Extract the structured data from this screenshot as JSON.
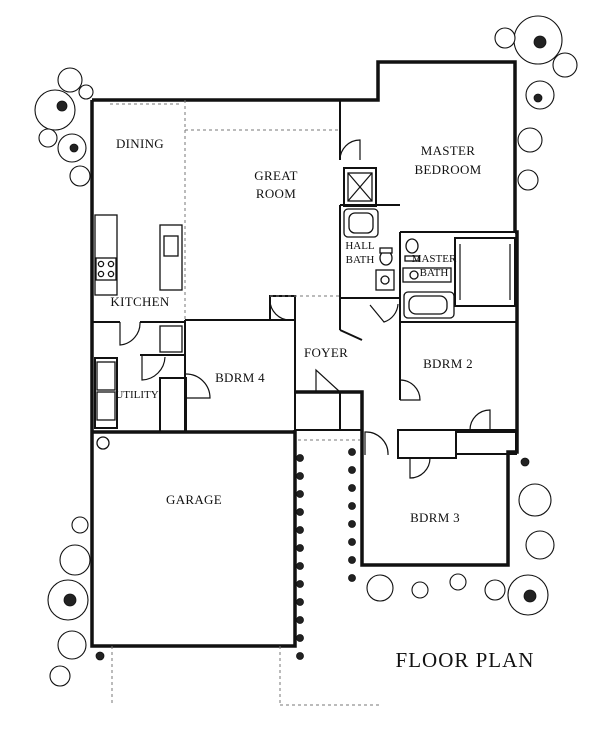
{
  "plan": {
    "title": "FLOOR PLAN",
    "rooms": {
      "dining": "DINING",
      "great_room_line1": "GREAT",
      "great_room_line2": "ROOM",
      "master_bedroom_line1": "MASTER",
      "master_bedroom_line2": "BEDROOM",
      "hall_bath_line1": "HALL",
      "hall_bath_line2": "BATH",
      "master_bath_line1": "MASTER",
      "master_bath_line2": "BATH",
      "kitchen": "KITCHEN",
      "foyer": "FOYER",
      "bedroom_4": "BDRM 4",
      "bedroom_2": "BDRM 2",
      "bedroom_3": "BDRM 3",
      "utility": "UTILITY",
      "garage": "GARAGE"
    }
  }
}
